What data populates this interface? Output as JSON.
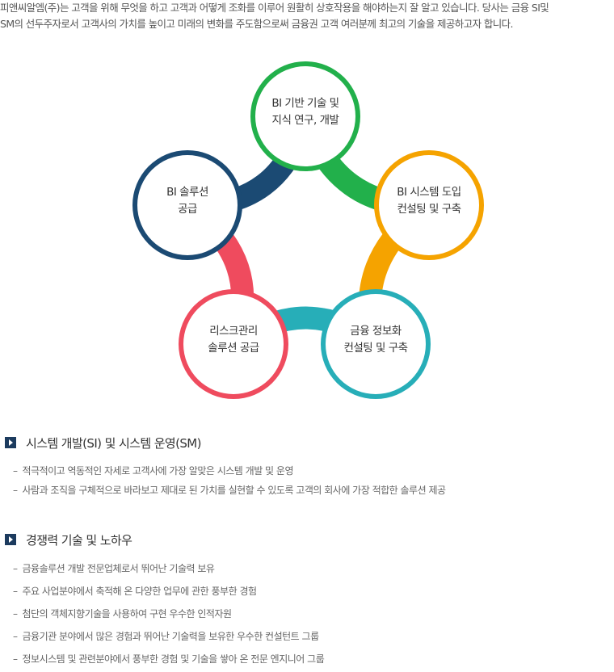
{
  "intro": {
    "line1": "피앤씨알엠(주)는 고객을 위해 무엇을 하고 고객과 어떻게 조화를 이루어 원활히 상호작용을 해야하는지 잘 알고 있습니다. 당사는 금융 SI및",
    "line2": "SM의 선두주자로서 고객사의 가치를 높이고 미래의 변화를 주도함으로써 금융권 고객 여러분께 최고의 기술을 제공하고자 합니다."
  },
  "diagram": {
    "nodes": [
      {
        "line1": "BI 기반 기술 및",
        "line2": "지식 연구, 개발",
        "color": "#22b04b"
      },
      {
        "line1": "BI 시스템 도입",
        "line2": "컨설팅 및 구축",
        "color": "#f5a300"
      },
      {
        "line1": "금융 정보화",
        "line2": "컨설팅 및 구축",
        "color": "#27aeb8"
      },
      {
        "line1": "리스크관리",
        "line2": "솔루션 공급",
        "color": "#ef4b5e"
      },
      {
        "line1": "BI 솔루션",
        "line2": "공급",
        "color": "#1b4a73"
      }
    ]
  },
  "sections": [
    {
      "title": "시스템 개발(SI) 및 시스템 운영(SM)",
      "bullets": [
        "적극적이고 역동적인 자세로 고객사에 가장 알맞은 시스템 개발 및 운영",
        "사람과 조직을 구체적으로 바라보고 제대로 된 가치를 실현할 수 있도록 고객의 회사에 가장 적합한 솔루션 제공"
      ]
    },
    {
      "title": "경쟁력 기술 및 노하우",
      "bullets": [
        "금융솔루션 개발 전문업체로서 뛰어난 기술력 보유",
        "주요 사업분야에서 축적해 온 다양한 업무에 관한 풍부한 경험",
        "첨단의 객체지향기술을 사용하여 구현 우수한 인적자원",
        "금융기관 분야에서 많은 경험과 뛰어난 기술력을 보유한 우수한 컨설턴트 그룹",
        "정보시스템 및 관련분야에서 풍부한 경험 및 기술을 쌓아 온 전문 엔지니어 그룹"
      ]
    }
  ],
  "dash": "–"
}
